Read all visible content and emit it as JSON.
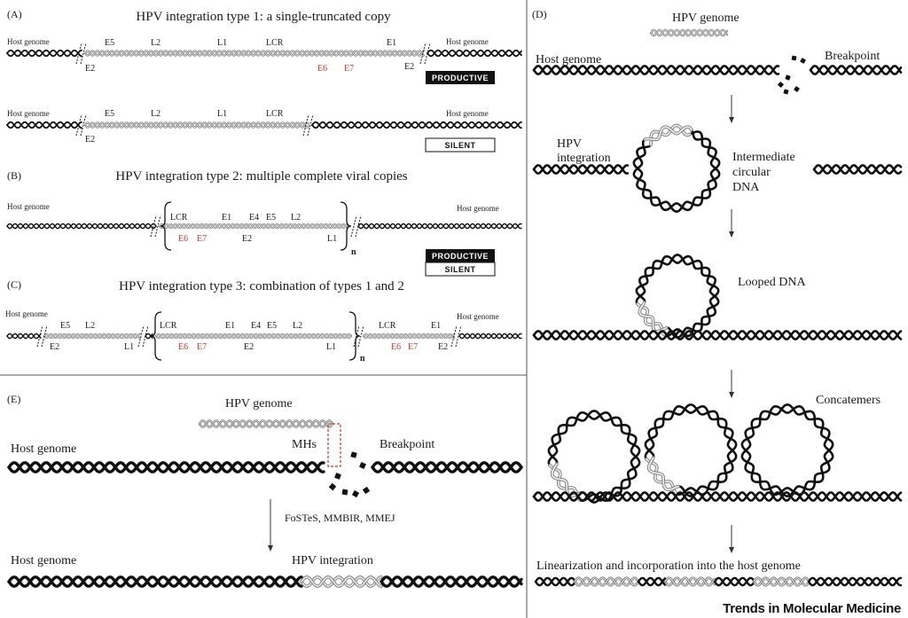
{
  "panelA": {
    "label": "(A)",
    "title": "HPV integration type 1: a single-truncated copy",
    "row1": {
      "host_left": "Host genome",
      "host_right": "Host genome",
      "E5": "E5",
      "L2": "L2",
      "L1": "L1",
      "LCR": "LCR",
      "E1": "E1",
      "E2a": "E2",
      "E6": "E6",
      "E7": "E7",
      "E2b": "E2",
      "badge": "PRODUCTIVE"
    },
    "row2": {
      "host_left": "Host genome",
      "host_right": "Host genome",
      "E5": "E5",
      "L2": "L2",
      "L1": "L1",
      "LCR": "LCR",
      "E2": "E2",
      "badge": "SILENT"
    }
  },
  "panelB": {
    "label": "(B)",
    "title": "HPV integration type 2: multiple complete viral copies",
    "host_left": "Host genome",
    "host_right": "Host genome",
    "LCR": "LCR",
    "E1": "E1",
    "E4": "E4",
    "E5": "E5",
    "L2": "L2",
    "E6": "E6",
    "E7": "E7",
    "E2": "E2",
    "L1": "L1",
    "n": "n",
    "badge_top": "PRODUCTIVE",
    "badge_bottom": "SILENT"
  },
  "panelC": {
    "label": "(C)",
    "title": "HPV integration type 3: combination of types 1 and 2",
    "host_left": "Host genome",
    "host_right": "Host genome",
    "E5a": "E5",
    "L2a": "L2",
    "E2a": "E2",
    "L1a": "L1",
    "LCRb": "LCR",
    "E1b": "E1",
    "E4b": "E4",
    "E5b": "E5",
    "L2b": "L2",
    "E6b": "E6",
    "E7b": "E7",
    "E2b": "E2",
    "L1b": "L1",
    "n": "n",
    "LCRc": "LCR",
    "E1c": "E1",
    "E6c": "E6",
    "E7c": "E7",
    "E2c": "E2"
  },
  "panelD": {
    "label": "(D)",
    "hpv_genome": "HPV genome",
    "host_genome": "Host genome",
    "breakpoint": "Breakpoint",
    "hpv_integration": [
      "HPV",
      "integration"
    ],
    "intermediate": [
      "Intermediate",
      "circular",
      "DNA"
    ],
    "looped": "Looped DNA",
    "concatemers": "Concatemers",
    "linearization": "Linearization and incorporation into the host genome"
  },
  "panelE": {
    "label": "(E)",
    "hpv_genome": "HPV genome",
    "host_genome": "Host genome",
    "mhs": "MHs",
    "breakpoint": "Breakpoint",
    "mechanisms": "FoSTeS, MMBIR, MMEJ",
    "host_genome_2": "Host genome",
    "hpv_integration": "HPV integration"
  },
  "brand": "Trends in Molecular Medicine"
}
